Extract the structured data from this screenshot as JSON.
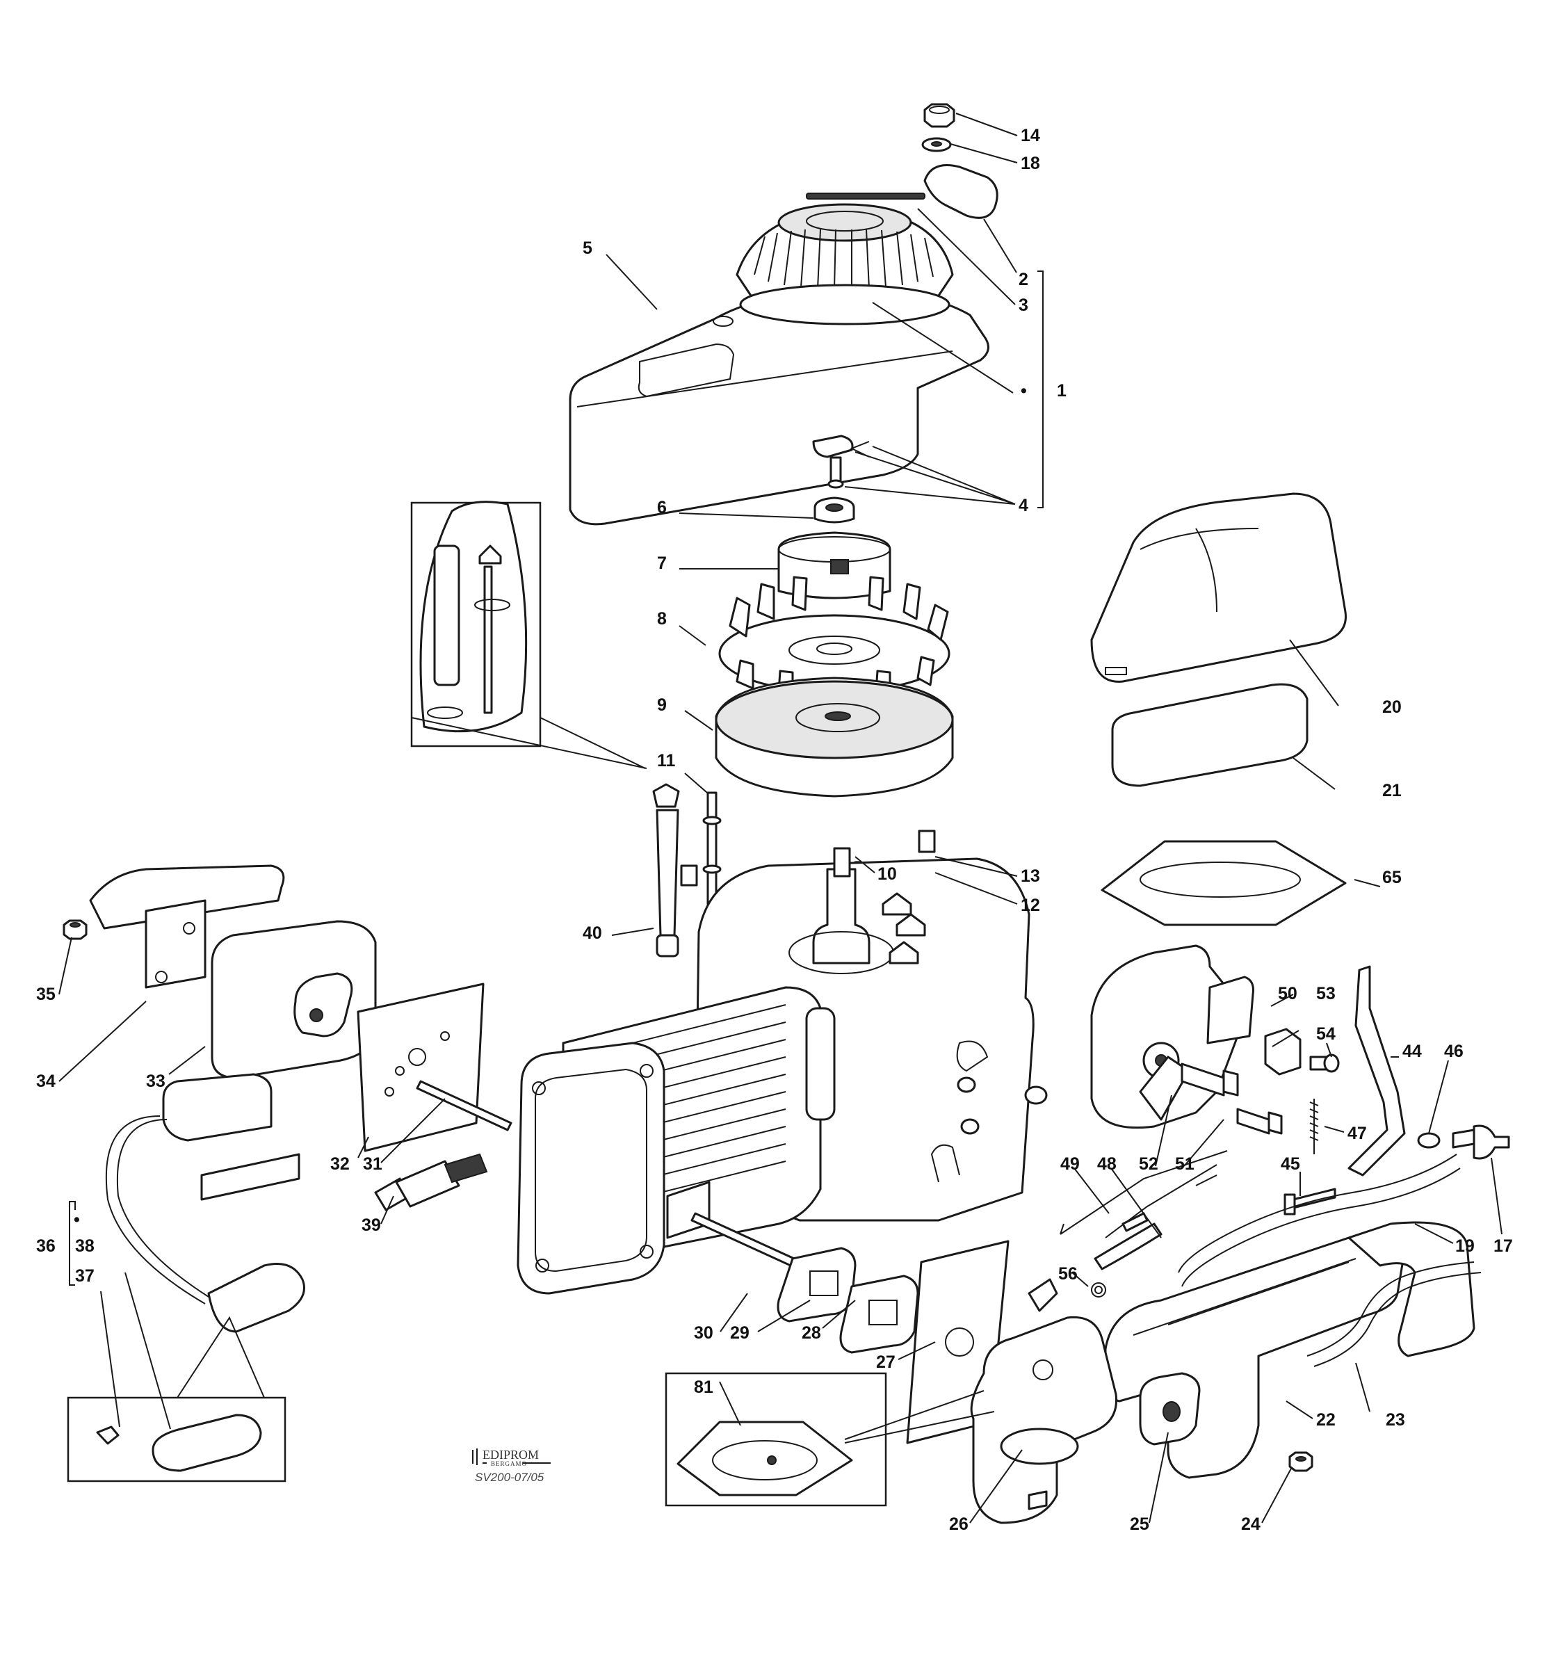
{
  "callouts": [
    "14",
    "18",
    "2",
    "3",
    "1",
    "5",
    "4",
    "6",
    "7",
    "8",
    "9",
    "11",
    "10",
    "13",
    "12",
    "40",
    "20",
    "21",
    "65",
    "35",
    "34",
    "33",
    "32",
    "31",
    "39",
    "50",
    "53",
    "54",
    "44",
    "46",
    "47",
    "49",
    "48",
    "52",
    "51",
    "45",
    "19",
    "17",
    "36",
    "38",
    "37",
    "30",
    "29",
    "28",
    "27",
    "56",
    "81",
    "22",
    "23",
    "26",
    "25",
    "24"
  ],
  "bullets": [
    "•",
    "•"
  ],
  "brand": {
    "name": "EDIPROM",
    "city": "BERGAMO"
  },
  "figure_code": "SV200-07/05"
}
